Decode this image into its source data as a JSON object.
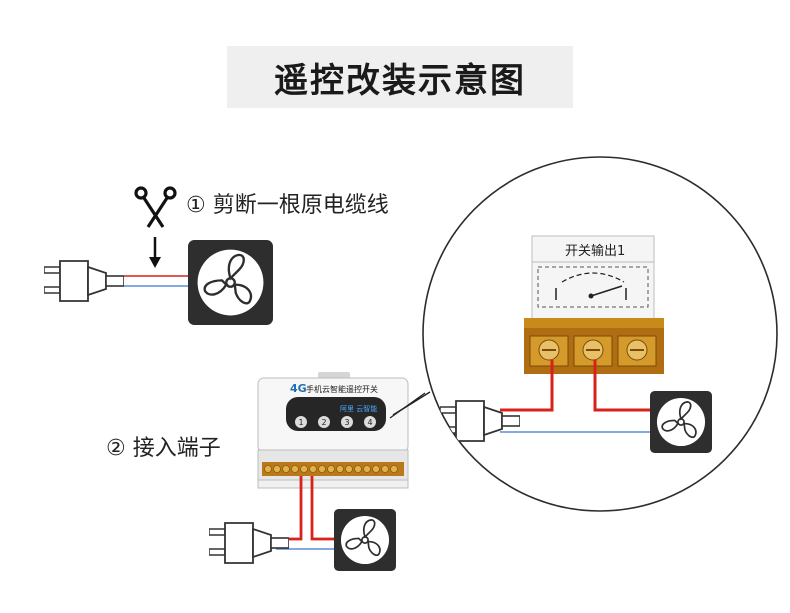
{
  "title": "遥控改装示意图",
  "step1_label": "① 剪断一根原电缆线",
  "step2_label": "② 接入端子",
  "device": {
    "brand_tag": "4G",
    "name": "手机云智能遥控开关",
    "buttons": [
      "1",
      "2",
      "3",
      "4"
    ],
    "panel_text": "阿里 云智能"
  },
  "zoom": {
    "relay_label": "开关输出1"
  },
  "colors": {
    "wire_red": "#d9211b",
    "wire_blue": "#5a8fd8",
    "terminal_amber": "#c88a1a",
    "fan_box": "#2e2e2e"
  },
  "icons": [
    "scissors-icon",
    "arrow-down-icon",
    "plug-icon",
    "fan-icon"
  ]
}
